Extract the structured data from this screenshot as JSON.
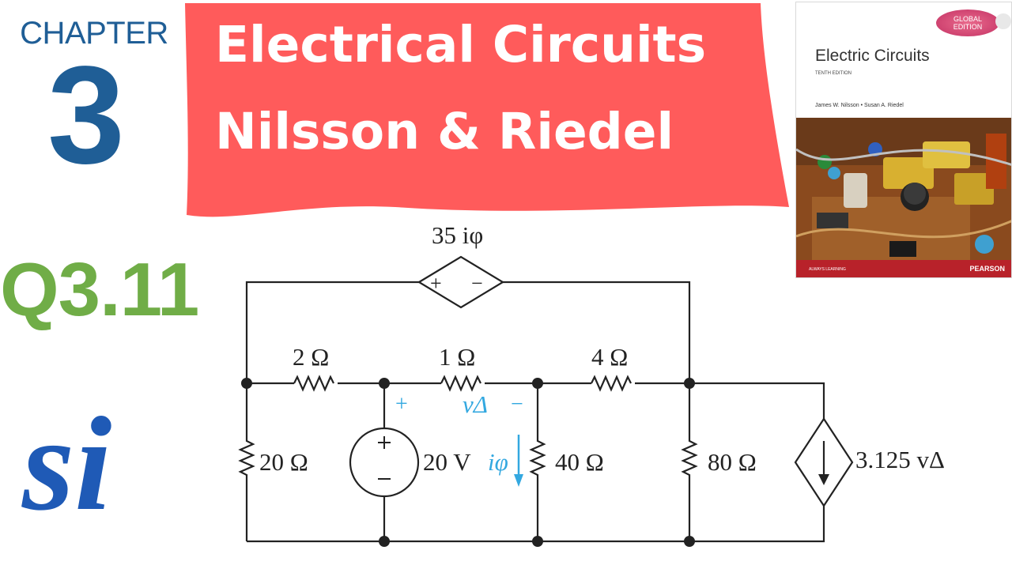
{
  "header": {
    "chapter_word": "CHAPTER",
    "chapter_number": "3",
    "title_line1": "Electrical Circuits",
    "title_line2": "Nilsson & Riedel",
    "question": "Q3.11",
    "units_mark": "si"
  },
  "book_cover": {
    "badge": "GLOBAL EDITION",
    "title": "Electric Circuits",
    "edition": "TENTH EDITION",
    "authors": "James W. Nilsson • Susan A. Riedel",
    "tagline": "ALWAYS LEARNING",
    "publisher": "PEARSON"
  },
  "circuit": {
    "dependent_voltage_source_label": "35 iφ",
    "r1_label": "2 Ω",
    "r2_label": "1 Ω",
    "r3_label": "4 Ω",
    "r4_label": "20 Ω",
    "source_label": "20 V",
    "current_label": "iφ",
    "r5_label": "40 Ω",
    "r6_label": "80 Ω",
    "voltage_label": "vΔ",
    "dependent_current_source_label": "3.125 vΔ",
    "plus": "+",
    "minus": "−"
  },
  "colors": {
    "chapter_blue": "#1f5e96",
    "question_green": "#70ad47",
    "banner_red": "#ff5b5b",
    "annotation_blue": "#33a8e0"
  }
}
